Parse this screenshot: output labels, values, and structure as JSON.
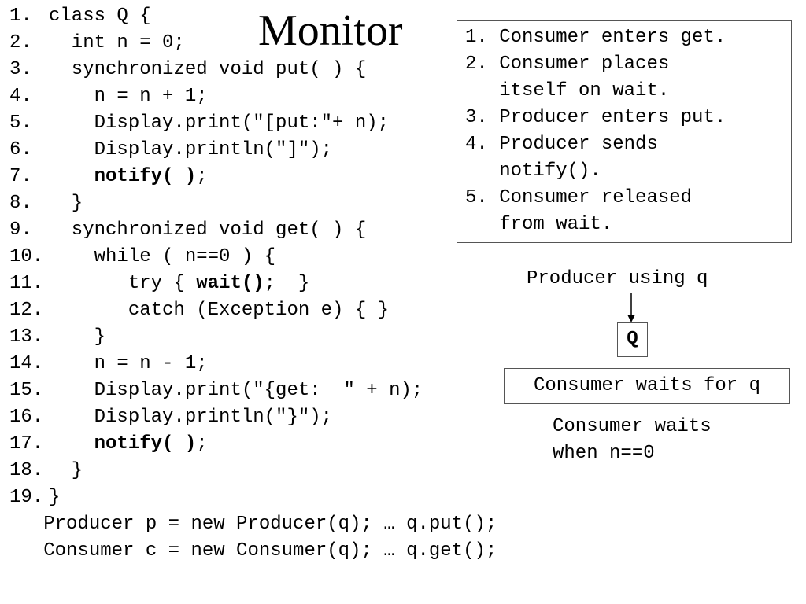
{
  "title": "Monitor",
  "code": {
    "lines": [
      {
        "num": "1.",
        "text": "class Q {"
      },
      {
        "num": "2.",
        "text": "  int n = 0;"
      },
      {
        "num": "3.",
        "text": "  synchronized void put( ) {"
      },
      {
        "num": "4.",
        "text": "    n = n + 1;"
      },
      {
        "num": "5.",
        "text": "    Display.print(\"[put:\"+ n);"
      },
      {
        "num": "6.",
        "text": "    Display.println(\"]\");"
      },
      {
        "num": "7.",
        "pre": "    ",
        "bold": "notify( )",
        "post": ";"
      },
      {
        "num": "8.",
        "text": "  }"
      },
      {
        "num": "9.",
        "text": "  synchronized void get( ) {"
      },
      {
        "num": "10.",
        "text": "    while ( n==0 ) {"
      },
      {
        "num": "11.",
        "pre": "       try { ",
        "bold": "wait()",
        "post": ";  }"
      },
      {
        "num": "12.",
        "text": "       catch (Exception e) { }"
      },
      {
        "num": "13.",
        "text": "    }"
      },
      {
        "num": "14.",
        "text": "    n = n - 1;"
      },
      {
        "num": "15.",
        "text": "    Display.print(\"{get:  \" + n);"
      },
      {
        "num": "16.",
        "text": "    Display.println(\"}\");"
      },
      {
        "num": "17.",
        "pre": "    ",
        "bold": "notify( )",
        "post": ";"
      },
      {
        "num": "18.",
        "text": "  }"
      },
      {
        "num": "19.",
        "text": "}"
      }
    ],
    "usage": [
      "   Producer p = new Producer(q); … q.put();",
      "   Consumer c = new Consumer(q); … q.get();"
    ]
  },
  "steps": [
    "1. Consumer enters get.",
    "2. Consumer places",
    "   itself on wait.",
    "3. Producer enters put.",
    "4. Producer sends",
    "   notify().",
    "5. Consumer released",
    "   from wait."
  ],
  "diagram": {
    "producer_label": "Producer using q",
    "q_label": "Q",
    "consumer_box_label": "Consumer waits for q",
    "note": [
      "Consumer waits",
      "when n==0"
    ]
  }
}
